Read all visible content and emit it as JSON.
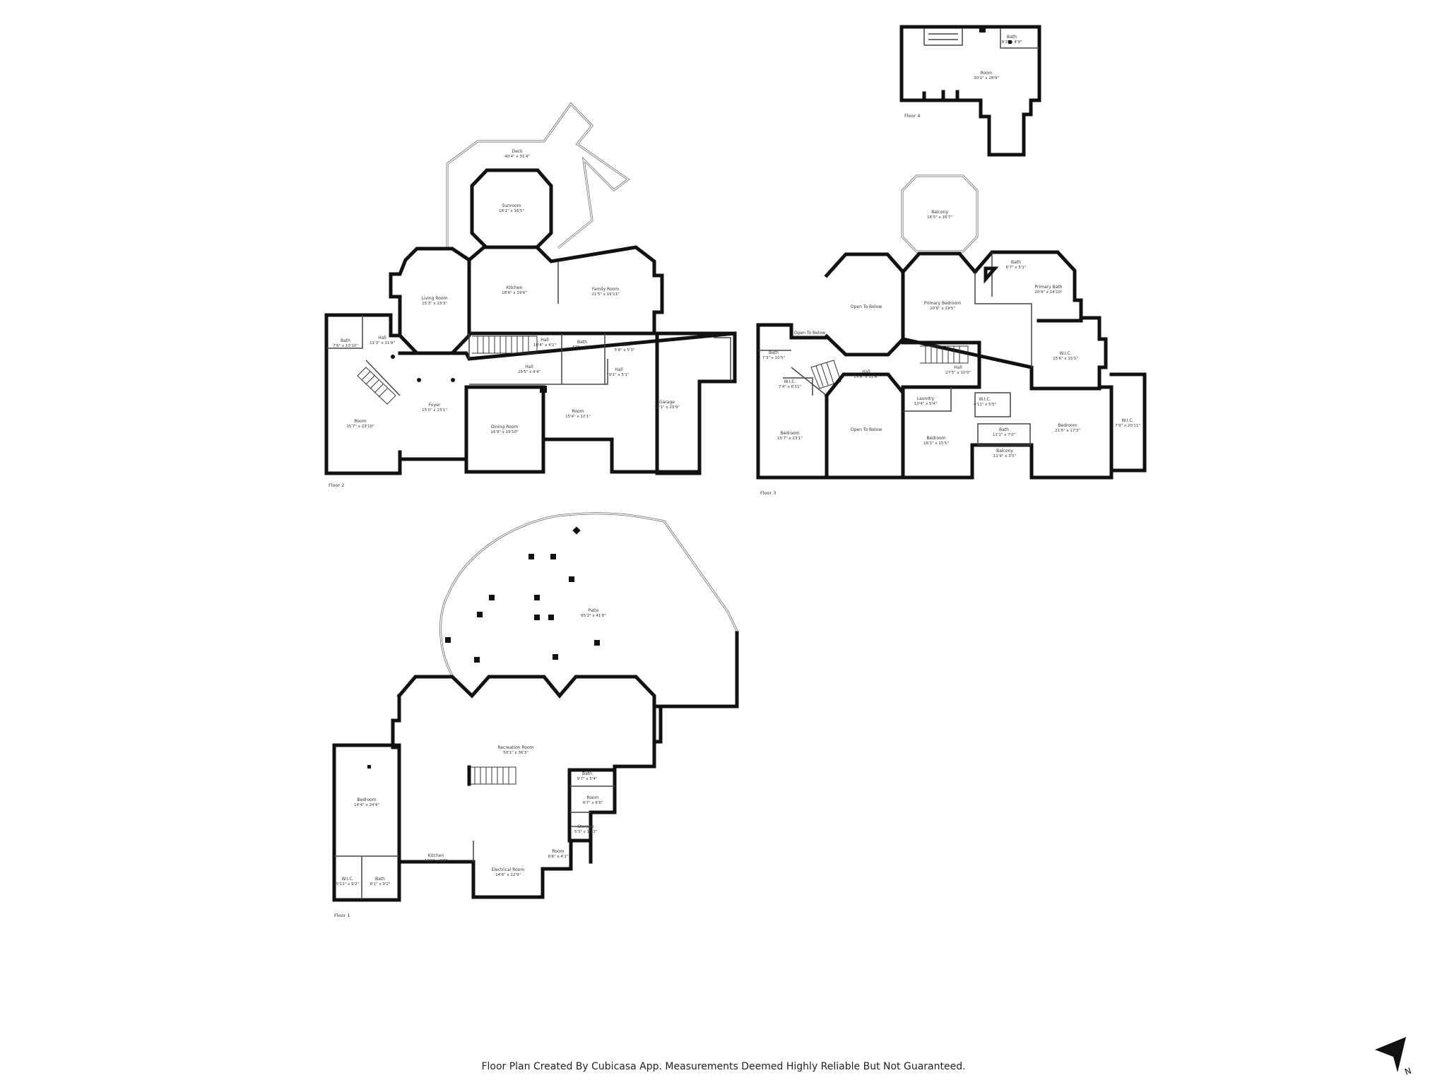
{
  "footer_text": "Floor Plan Created By Cubicasa App. Measurements Deemed Highly Reliable But Not Guaranteed.",
  "compass": {
    "icon": "north-arrow-icon",
    "label": "N"
  },
  "colors": {
    "wall": "#111111",
    "background": "#ffffff",
    "text": "#222222"
  },
  "floors": [
    {
      "label": "Floor 1",
      "rooms": [
        {
          "name": "Patio",
          "dim": "65'2\" x 41'8\""
        },
        {
          "name": "Recreation Room",
          "dim": "50'1\" x 36'3\""
        },
        {
          "name": "Bedroom",
          "dim": "14'4\" x 24'4\""
        },
        {
          "name": "Bath",
          "dim": "9'7\" x 5'4\""
        },
        {
          "name": "Room",
          "dim": "9'7\" x 6'6\""
        },
        {
          "name": "Storage",
          "dim": "5'3\" x 12'3\""
        },
        {
          "name": "Room",
          "dim": "6'6\" x 4'1\""
        },
        {
          "name": "Kitchen",
          "dim": "15'9\" x 9'8\""
        },
        {
          "name": "Electrical Room",
          "dim": "14'6\" x 12'9\""
        },
        {
          "name": "W.I.C.",
          "dim": "5'11\" x 9'2\""
        },
        {
          "name": "Bath",
          "dim": "8'1\" x 9'2\""
        }
      ]
    },
    {
      "label": "Floor 2",
      "rooms": [
        {
          "name": "Deck",
          "dim": "40'4\" x 31'4\""
        },
        {
          "name": "Sunroom",
          "dim": "16'1\" x 16'5\""
        },
        {
          "name": "Living Room",
          "dim": "15'3\" x 23'3\""
        },
        {
          "name": "Kitchen",
          "dim": "18'6\" x 19'6\""
        },
        {
          "name": "Family Room",
          "dim": "21'5\" x 19'11\""
        },
        {
          "name": "Bath",
          "dim": "7'6\" x 10'10\""
        },
        {
          "name": "Hall",
          "dim": "11'3\" x 11'8\""
        },
        {
          "name": "Hall",
          "dim": "10'4\" x 4'1\""
        },
        {
          "name": "Bath",
          "dim": "4'9\" x 4'1\""
        },
        {
          "name": "Bath",
          "dim": "5'8\" x 5'3\""
        },
        {
          "name": "Hall",
          "dim": "29'5\" x 4'4\""
        },
        {
          "name": "Hall",
          "dim": "9'1\" x 5'1\""
        },
        {
          "name": "Room",
          "dim": "15'7\" x 23'10\""
        },
        {
          "name": "Foyer",
          "dim": "15'0\" x 23'1\""
        },
        {
          "name": "Dining Room",
          "dim": "16'9\" x 19'10\""
        },
        {
          "name": "Room",
          "dim": "15'4\" x 12'1\""
        },
        {
          "name": "Garage",
          "dim": "19'1\" x 29'9\""
        }
      ]
    },
    {
      "label": "Floor 3",
      "rooms": [
        {
          "name": "Balcony",
          "dim": "16'5\" x 16'7\""
        },
        {
          "name": "Open To Below",
          "dim": ""
        },
        {
          "name": "Open To Below",
          "dim": ""
        },
        {
          "name": "Open To Below",
          "dim": ""
        },
        {
          "name": "Bath",
          "dim": "7'3\" x 10'5\""
        },
        {
          "name": "W.I.C.",
          "dim": "7'4\" x 6'11\""
        },
        {
          "name": "Hall",
          "dim": "15'6\" x 11'6\""
        },
        {
          "name": "Primary Bedroom",
          "dim": "20'6\" x 19'5\""
        },
        {
          "name": "Bath",
          "dim": "6'7\" x 5'1\""
        },
        {
          "name": "Primary Bath",
          "dim": "20'4\" x 14'10\""
        },
        {
          "name": "W.I.C.",
          "dim": "15'6\" x 15'1\""
        },
        {
          "name": "Hall",
          "dim": "27'5\" x 10'0\""
        },
        {
          "name": "Laundry",
          "dim": "10'4\" x 5'4\""
        },
        {
          "name": "W.I.C.",
          "dim": "4'11\" x 5'5\""
        },
        {
          "name": "Bath",
          "dim": "11'1\" x 7'0\""
        },
        {
          "name": "Bedroom",
          "dim": "15'7\" x 23'1\""
        },
        {
          "name": "Bedroom",
          "dim": "16'1\" x 15'5\""
        },
        {
          "name": "Balcony",
          "dim": "11'9\" x 3'5\""
        },
        {
          "name": "Bedroom",
          "dim": "21'5\" x 17'3\""
        },
        {
          "name": "W.I.C.",
          "dim": "7'9\" x 20'11\""
        }
      ]
    },
    {
      "label": "Floor 4",
      "rooms": [
        {
          "name": "Bath",
          "dim": "8'3\" x 4'9\""
        },
        {
          "name": "Room",
          "dim": "30'1\" x 28'9\""
        }
      ]
    }
  ]
}
